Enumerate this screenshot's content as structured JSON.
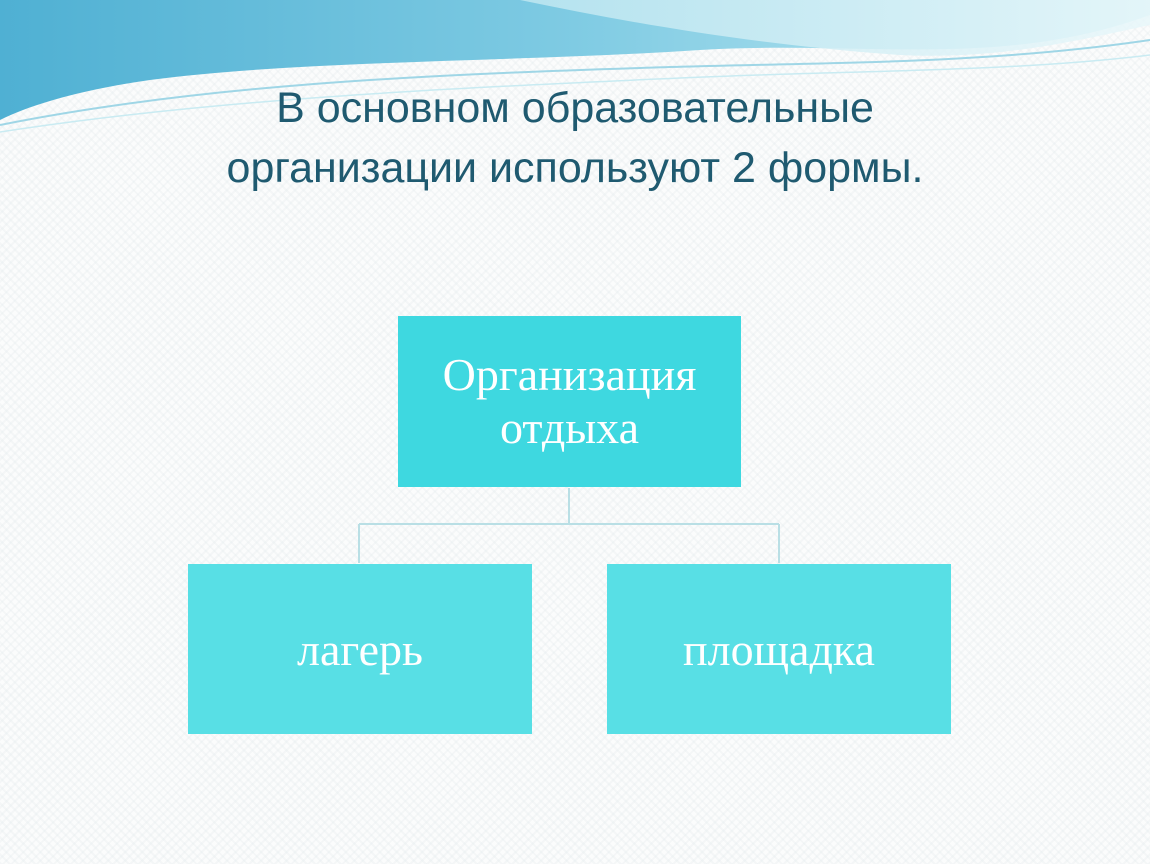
{
  "slide": {
    "title_line1": "В основном образовательные",
    "title_line2": "организации используют 2 формы."
  },
  "diagram": {
    "root": {
      "line1": "Организация",
      "line2": "отдыха"
    },
    "children": [
      {
        "label": "лагерь"
      },
      {
        "label": "площадка"
      }
    ]
  },
  "colors": {
    "title_text": "#1f5a70",
    "root_fill": "#3ed8e0",
    "child_fill": "#58dfe5",
    "connector": "#b9dfe5",
    "wave_dark": "#5bb8d6",
    "wave_light": "#bfe7f0"
  }
}
